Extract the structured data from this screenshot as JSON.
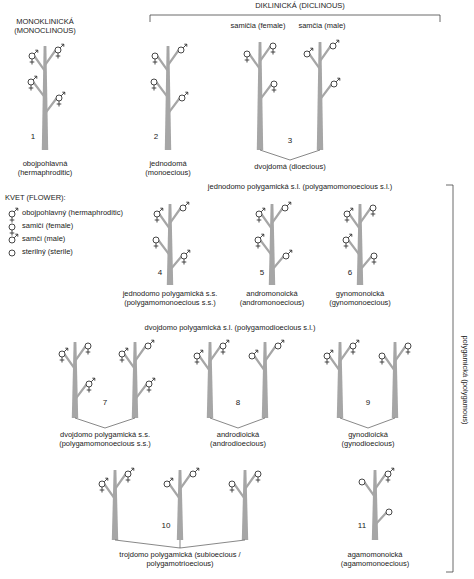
{
  "diagram": {
    "labels": [
      "DIKLINICKÁ (DICLINOUS)",
      "MONOKLINICKÁ (MONOCLINOUS)",
      "samičia (female)",
      "samčia (male)",
      "1",
      "obojpohlavná (hermaphroditic)",
      "2",
      "jednodomá (monoecious)",
      "3",
      "dvojdomá (dioecious)",
      "KVET (FLOWER):",
      "jednodomo polygamická s.l. (polygamomonoecious s.l.)",
      "4",
      "jednodomo polygamická s.s. (polygamomonoecious s.s.)",
      "5",
      "andromonoická (andromonoecious)",
      "6",
      "gynomonoická (gynomonoecious)",
      "dvojdomo polygamická s.l. (polygamodioecious s.l.)",
      "7",
      "dvojdomo polygamická s.s. (polygamomonoecious s.s.)",
      "8",
      "androdioická (androdioecious)",
      "9",
      "gynodioická (gynodioecious)",
      "10",
      "trojdomo polygamická (subioecious / polygamotrioecious)",
      "11",
      "agamomonoická (agamomonoecious)",
      "polygamická (polygamous)"
    ],
    "legend": [
      {
        "text": "obojpohlavný (hermaphroditic)"
      },
      {
        "text": "samičí (female)"
      },
      {
        "text": "samčí (male)"
      },
      {
        "text": "sterilný (sterile)"
      }
    ]
  }
}
